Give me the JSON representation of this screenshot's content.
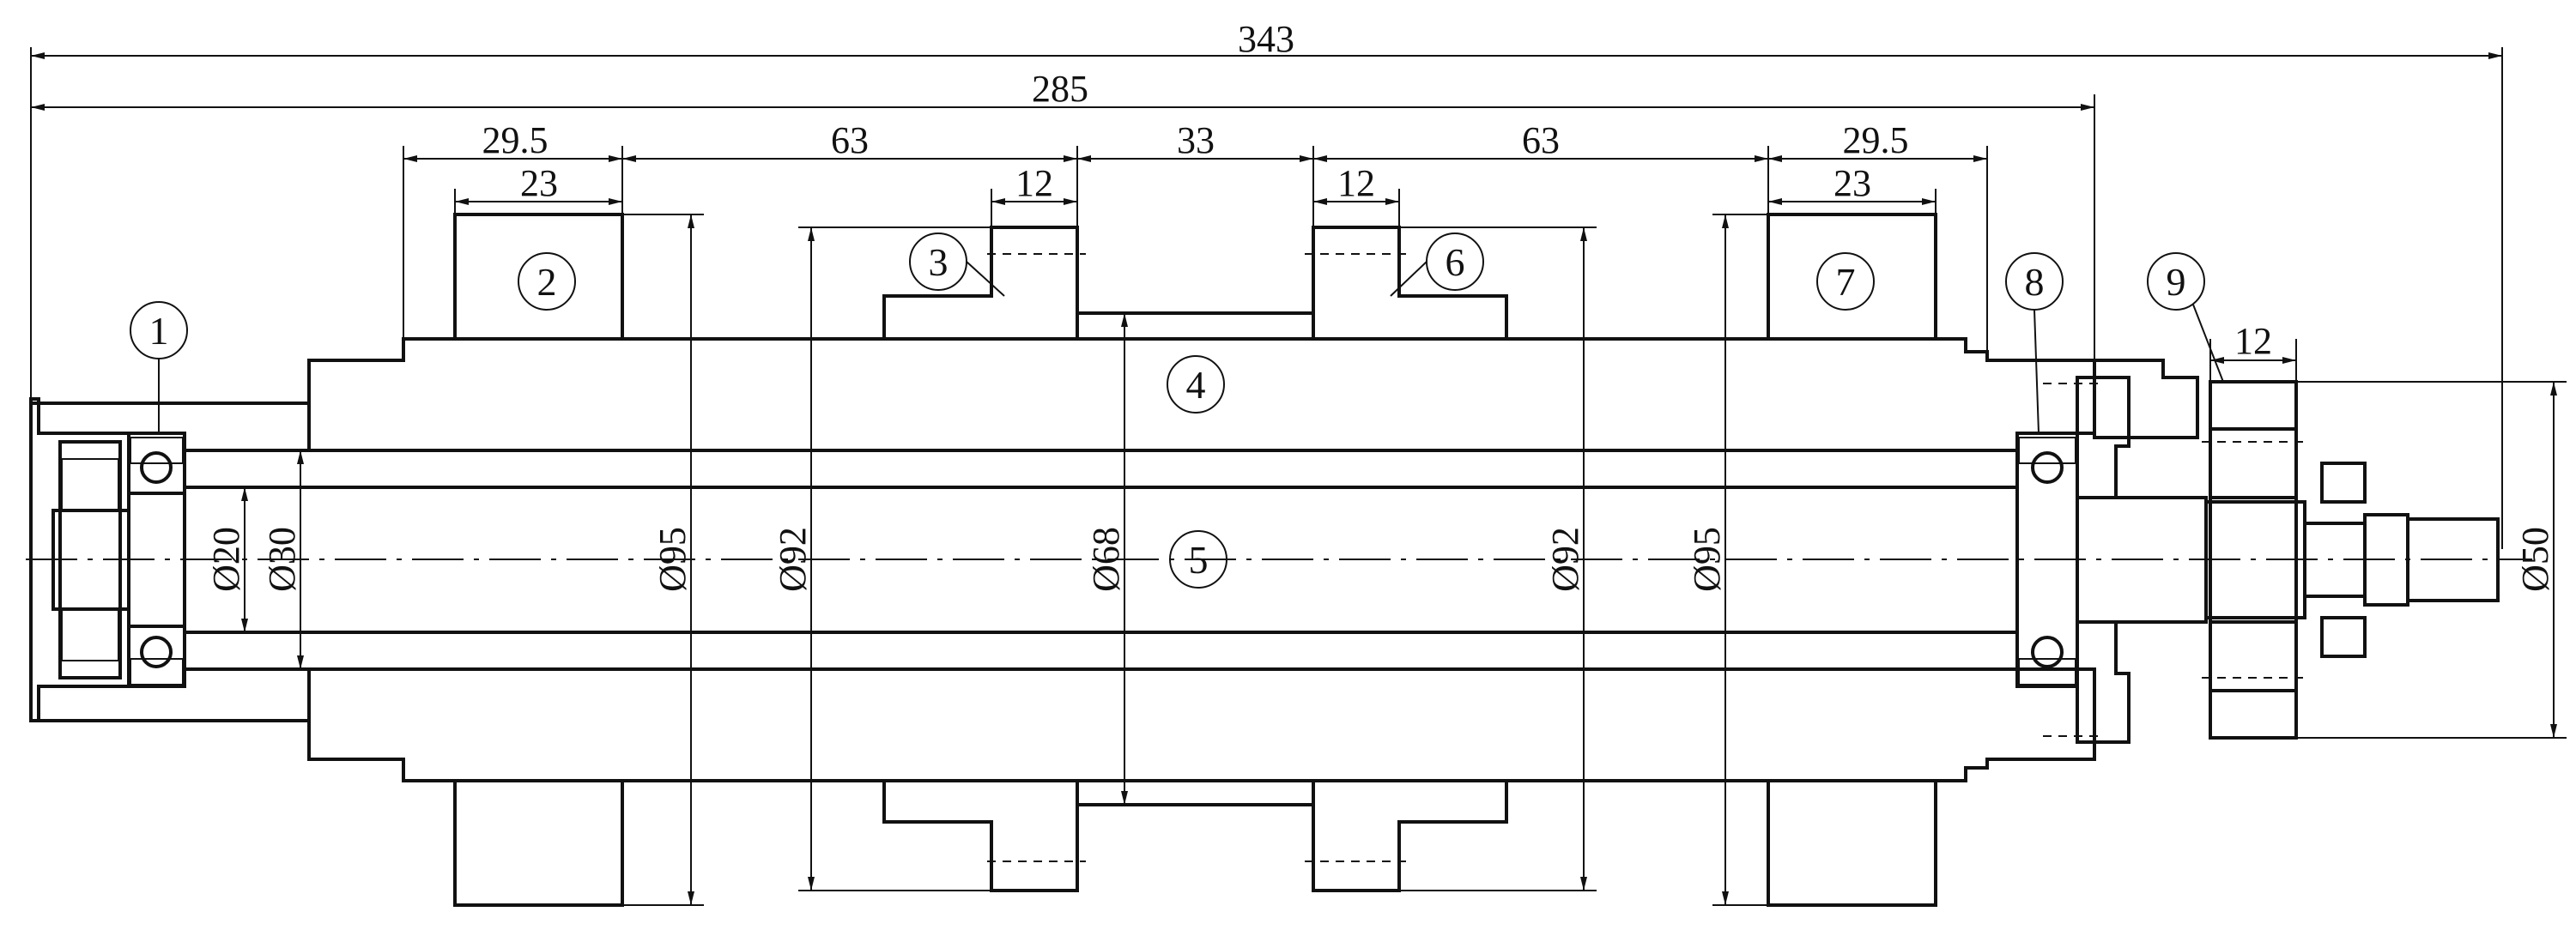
{
  "dimensions": {
    "overall": "343",
    "body": "285",
    "gear_2_seg": "29.5",
    "gear_2_width": "23",
    "seg_2_3": "63",
    "gear_3_width": "12",
    "seg_3_6": "33",
    "gear_6_width": "12",
    "seg_6_7": "63",
    "gear_7_seg": "29.5",
    "gear_7_width": "23",
    "part_9_width": "12",
    "d20": "Ø20",
    "d30": "Ø30",
    "d95_left": "Ø95",
    "d92_left": "Ø92",
    "d68": "Ø68",
    "d92_right": "Ø92",
    "d95_right": "Ø95",
    "d50": "Ø50"
  },
  "callouts": [
    "1",
    "2",
    "3",
    "4",
    "5",
    "6",
    "7",
    "8",
    "9"
  ]
}
